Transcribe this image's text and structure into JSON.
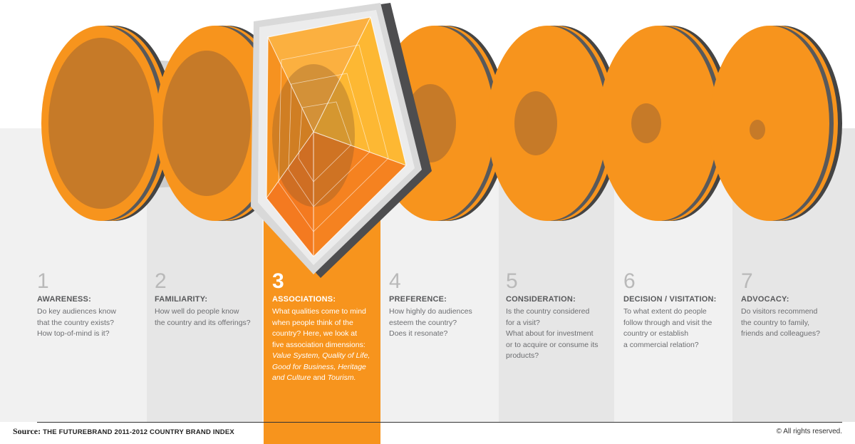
{
  "colors": {
    "orange": "#f7941d",
    "orange_dark": "#b86b1a",
    "active_column": "#f7941d",
    "column_light": "#efefef",
    "column_mid": "#e6e6e6",
    "frame_gray": "#58595b"
  },
  "stages": [
    {
      "number": "1",
      "title": "AWARENESS:",
      "lines": [
        "Do key audiences know",
        "that the country exists?",
        "How top-of-mind is it?"
      ],
      "active": false
    },
    {
      "number": "2",
      "title": "FAMILIARITY:",
      "lines": [
        "How well do people know",
        "the country and its offerings?"
      ],
      "active": false
    },
    {
      "number": "3",
      "title": "ASSOCIATIONS:",
      "lines": [
        "What qualities come to mind",
        "when people think of the",
        "country? Here, we look at",
        "five association dimensions:"
      ],
      "italic_lines": [
        "Value System, Quality of Life,",
        "Good for Business, Heritage"
      ],
      "last_line_italic": "and Culture",
      "last_line_plain": " and ",
      "last_line_italic2": "Tourism.",
      "active": true
    },
    {
      "number": "4",
      "title": "PREFERENCE:",
      "lines": [
        "How highly do audiences",
        "esteem the country?",
        "Does it resonate?"
      ],
      "active": false
    },
    {
      "number": "5",
      "title": "CONSIDERATION:",
      "lines": [
        "Is the country considered",
        "for a visit?",
        "What about for investment",
        "or to acquire or consume its",
        "products?"
      ],
      "active": false
    },
    {
      "number": "6",
      "title": "DECISION / VISITATION:",
      "lines": [
        "To what extent do people",
        "follow through and visit the",
        "country or establish",
        "a commercial relation?"
      ],
      "active": false
    },
    {
      "number": "7",
      "title": "ADVOCACY:",
      "lines": [
        "Do visitors recommend",
        "the country to family,",
        "friends and colleagues?"
      ],
      "active": false
    }
  ],
  "footer": {
    "source_label": "Source:",
    "source_text": "THE FUTUREBRAND 2011-2012 COUNTRY BRAND INDEX",
    "copyright": "© All rights reserved."
  }
}
